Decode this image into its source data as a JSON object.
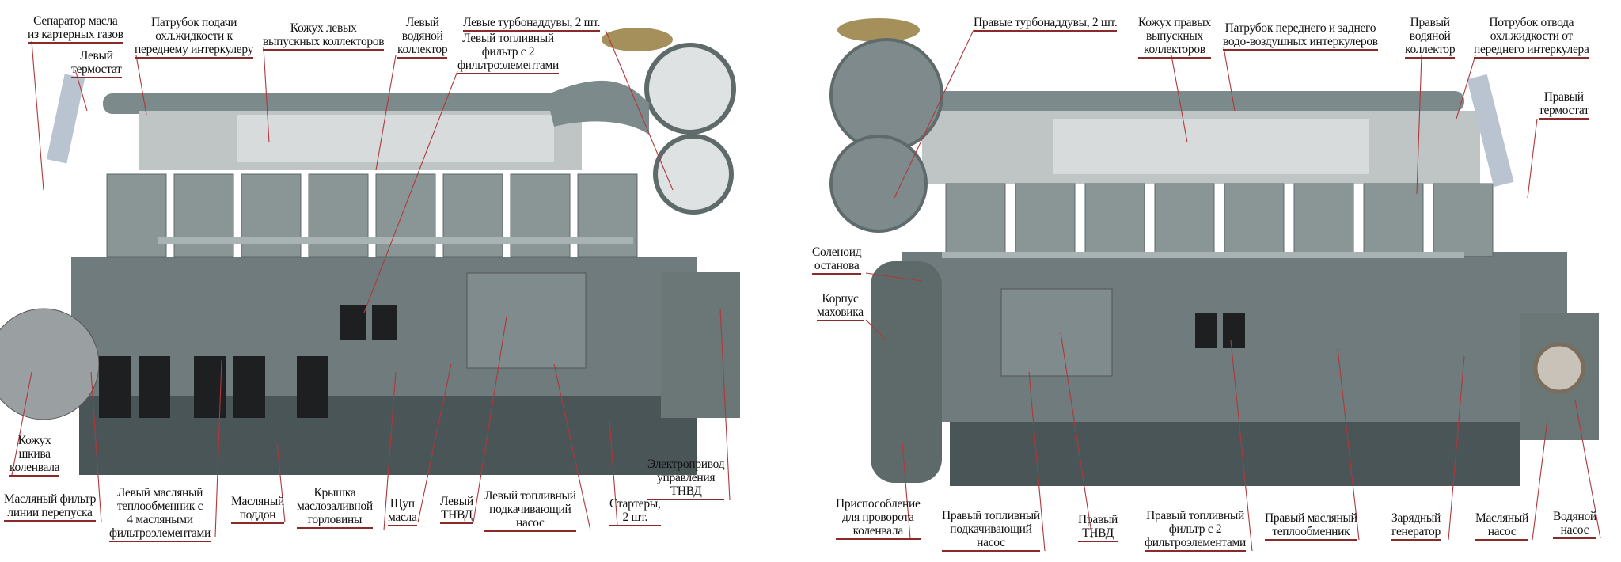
{
  "colors": {
    "engine_body": "#6f7b7c",
    "engine_head": "#8a9696",
    "engine_dark": "#4a5558",
    "cover": "#d3d6d7",
    "leader": "#b0383a",
    "underline": "#8a2a2a"
  },
  "left_engine": {
    "labels": [
      "Сепаратор масла\nиз картерных газов",
      "Левый\nтермостат",
      "Патрубок подачи\nохл.жидкости к\nпереднему интеркулеру",
      "Кожух левых\nвыпускных коллекторов",
      "Левый\nводяной\nколлектор",
      "Левые турбонаддувы, 2 шт.",
      "Левый топливный\nфильтр с 2\nфильтроэлементами",
      "Кожух\nшкива\nколенвала",
      "Масляный фильтр\nлинии перепуска",
      "Левый масляный\nтеплообменник с\n4 масляными\nфильтроэлементами",
      "Масляный\nподдон",
      "Крышка\nмаслозаливной\nгорловины",
      "Щуп\nмасла",
      "Левый\nТНВД",
      "Левый топливный\nподкачивающий\nнасос",
      "Стартеры,\n2 шт.",
      "Электропривод\nуправления\nТНВД"
    ]
  },
  "right_engine": {
    "labels": [
      "Правые турбонаддувы, 2 шт.",
      "Кожух правых\nвыпускных\nколлекторов",
      "Патрубок переднего и заднего\nводо-воздушных интеркулеров",
      "Правый\nводяной\nколлектор",
      "Потрубок отвода\nохл.жидкости от\nпереднего интеркулера",
      "Правый\nтермостат",
      "Соленоид\nостанова",
      "Корпус\nмаховика",
      "Приспособление\nдля проворота\nколенвала",
      "Правый топливный\nподкачивающий\nнасос",
      "Правый\nТНВД",
      "Правый топливный\nфильтр с 2\nфильтроэлементами",
      "Правый масляный\nтеплообменник",
      "Зарядный\nгенератор",
      "Масляный\nнасос",
      "Водяной\nнасос"
    ]
  }
}
